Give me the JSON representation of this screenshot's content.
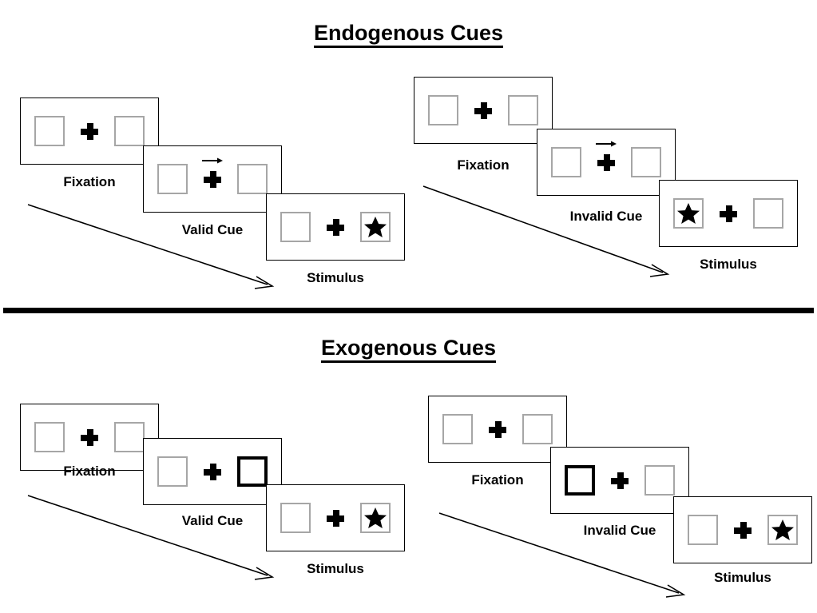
{
  "figure": {
    "title_endogenous": "Endogenous Cues",
    "title_exogenous": "Exogenous Cues",
    "colors": {
      "box_border": "#a6a6a6",
      "cued_box_border": "#000000",
      "frame_border": "#000000",
      "ink": "#000000",
      "background": "#ffffff"
    }
  },
  "sections": [
    {
      "id": "endogenous",
      "title": "Endogenous Cues",
      "cue_type": "central-arrow",
      "sequences": [
        {
          "id": "endogenous-valid",
          "validity": "valid",
          "panels": [
            {
              "caption": "Fixation",
              "left_box": "empty",
              "right_box": "empty",
              "arrow": "none",
              "cued_side": "none"
            },
            {
              "caption": "Valid Cue",
              "left_box": "empty",
              "right_box": "empty",
              "arrow": "right",
              "cued_side": "none"
            },
            {
              "caption": "Stimulus",
              "left_box": "empty",
              "right_box": "star",
              "arrow": "none",
              "cued_side": "none"
            }
          ]
        },
        {
          "id": "endogenous-invalid",
          "validity": "invalid",
          "panels": [
            {
              "caption": "Fixation",
              "left_box": "empty",
              "right_box": "empty",
              "arrow": "none",
              "cued_side": "none"
            },
            {
              "caption": "Invalid Cue",
              "left_box": "empty",
              "right_box": "empty",
              "arrow": "right",
              "cued_side": "none"
            },
            {
              "caption": "Stimulus",
              "left_box": "star",
              "right_box": "empty",
              "arrow": "none",
              "cued_side": "none"
            }
          ]
        }
      ]
    },
    {
      "id": "exogenous",
      "title": "Exogenous Cues",
      "cue_type": "peripheral-box-flash",
      "sequences": [
        {
          "id": "exogenous-valid",
          "validity": "valid",
          "panels": [
            {
              "caption": "Fixation",
              "left_box": "empty",
              "right_box": "empty",
              "arrow": "none",
              "cued_side": "none"
            },
            {
              "caption": "Valid Cue",
              "left_box": "empty",
              "right_box": "empty",
              "arrow": "none",
              "cued_side": "right"
            },
            {
              "caption": "Stimulus",
              "left_box": "empty",
              "right_box": "star",
              "arrow": "none",
              "cued_side": "none"
            }
          ]
        },
        {
          "id": "exogenous-invalid",
          "validity": "invalid",
          "panels": [
            {
              "caption": "Fixation",
              "left_box": "empty",
              "right_box": "empty",
              "arrow": "none",
              "cued_side": "none"
            },
            {
              "caption": "Invalid Cue",
              "left_box": "empty",
              "right_box": "empty",
              "arrow": "none",
              "cued_side": "left"
            },
            {
              "caption": "Stimulus",
              "left_box": "empty",
              "right_box": "star",
              "arrow": "none",
              "cued_side": "none"
            }
          ]
        }
      ]
    }
  ],
  "captions": {
    "endo_valid_fixation": "Fixation",
    "endo_valid_cue": "Valid Cue",
    "endo_valid_stimulus": "Stimulus",
    "endo_invalid_fixation": "Fixation",
    "endo_invalid_cue": "Invalid Cue",
    "endo_invalid_stimulus": "Stimulus",
    "exo_valid_fixation": "Fixation",
    "exo_valid_cue": "Valid Cue",
    "exo_valid_stimulus": "Stimulus",
    "exo_invalid_fixation": "Fixation",
    "exo_invalid_cue": "Invalid Cue",
    "exo_invalid_stimulus": "Stimulus"
  }
}
